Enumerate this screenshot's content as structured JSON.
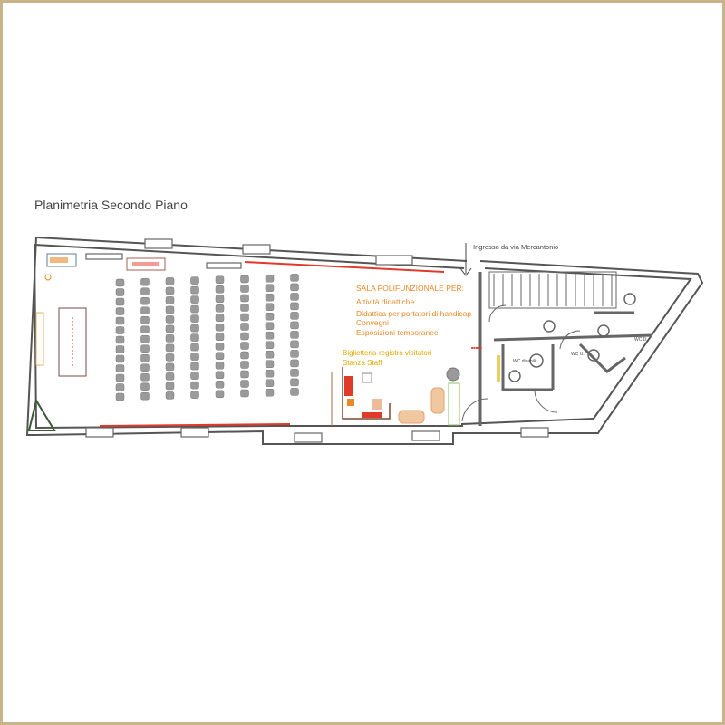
{
  "title": "Planimetria Secondo Piano",
  "entrance_label": "Ingresso da via Mercantonio",
  "hall": {
    "heading": "SALA POLIFUNZIONALE PER:",
    "uses": [
      "Attività didattiche",
      "Didattica per portatori di handicap",
      "Convegni",
      "Esposizioni temporanee"
    ]
  },
  "ticket": {
    "line1": "Biglietteria-registro visitatori",
    "line2": "Stanza Staff"
  },
  "rooms": {
    "wc_disabili": "WC disabili",
    "wc_u": "WC U.",
    "wc_d": "WC D."
  },
  "colors": {
    "frame": "#c9b389",
    "wall": "#555555",
    "orange_text": "#e8892a",
    "yellow_text": "#e0a800",
    "red": "#e03a2a"
  }
}
